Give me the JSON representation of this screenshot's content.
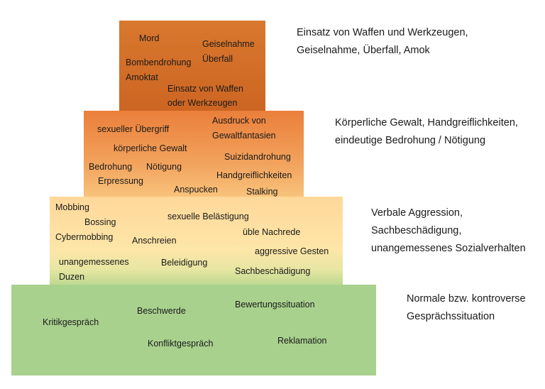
{
  "pyramid": {
    "level1": {
      "terms": [
        "Mord",
        "Geiselnahme",
        "Überfall",
        "Bombendrohung",
        "Amoktat",
        "Einsatz von Waffen",
        "oder Werkzeugen"
      ],
      "caption": [
        "Einsatz von Waffen und Werkzeugen,",
        "Geiselnahme, Überfall, Amok"
      ]
    },
    "level2": {
      "terms": [
        "sexueller Übergriff",
        "Ausdruck von",
        "Gewaltfantasien",
        "körperliche Gewalt",
        "Suizidandrohung",
        "Bedrohung",
        "Nötigung",
        "Handgreiflichkeiten",
        "Erpressung",
        "Anspucken",
        "Stalking"
      ],
      "caption": [
        "Körperliche Gewalt, Handgreiflichkeiten,",
        "eindeutige Bedrohung / Nötigung"
      ]
    },
    "level3": {
      "terms": [
        "Mobbing",
        "Bossing",
        "sexuelle Belästigung",
        "üble Nachrede",
        "Cybermobbing",
        "Anschreien",
        "aggressive Gesten",
        "unangemessenes",
        "Duzen",
        "Beleidigung",
        "Sachbeschädigung"
      ],
      "caption": [
        "Verbale Aggression,",
        "Sachbeschädigung,",
        "unangemessenes Sozialverhalten"
      ]
    },
    "level4": {
      "terms": [
        "Bewertungssituation",
        "Beschwerde",
        "Kritikgespräch",
        "Reklamation",
        "Konfliktgespräch"
      ],
      "caption": [
        "Normale bzw. kontroverse",
        "Gesprächssituation"
      ]
    }
  }
}
